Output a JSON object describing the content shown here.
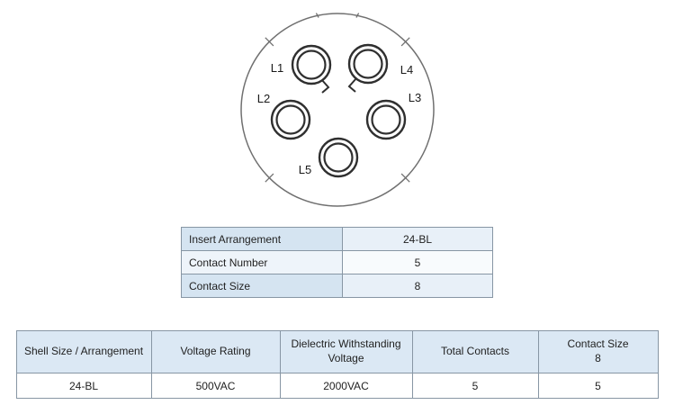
{
  "colors": {
    "table_header_bg": "#dbe8f4",
    "table_stripe_bg": "#d5e4f1",
    "table_border": "#8796a4",
    "diagram_line": "#2f2f2f"
  },
  "diagram": {
    "name": "insert-arrangement-24-BL",
    "contacts": [
      {
        "label": "L1"
      },
      {
        "label": "L2"
      },
      {
        "label": "L3"
      },
      {
        "label": "L4"
      },
      {
        "label": "L5"
      }
    ]
  },
  "insert_table": {
    "rows": [
      {
        "label": "Insert Arrangement",
        "value": "24-BL"
      },
      {
        "label": "Contact Number",
        "value": "5"
      },
      {
        "label": "Contact Size",
        "value": "8"
      }
    ]
  },
  "spec_table": {
    "headers": [
      "Shell Size / Arrangement",
      "Voltage Rating",
      "Dielectric Withstanding Voltage",
      "Total Contacts",
      "Contact Size"
    ],
    "contact_size_sub": "8",
    "row": [
      "24-BL",
      "500VAC",
      "2000VAC",
      "5",
      "5"
    ]
  }
}
